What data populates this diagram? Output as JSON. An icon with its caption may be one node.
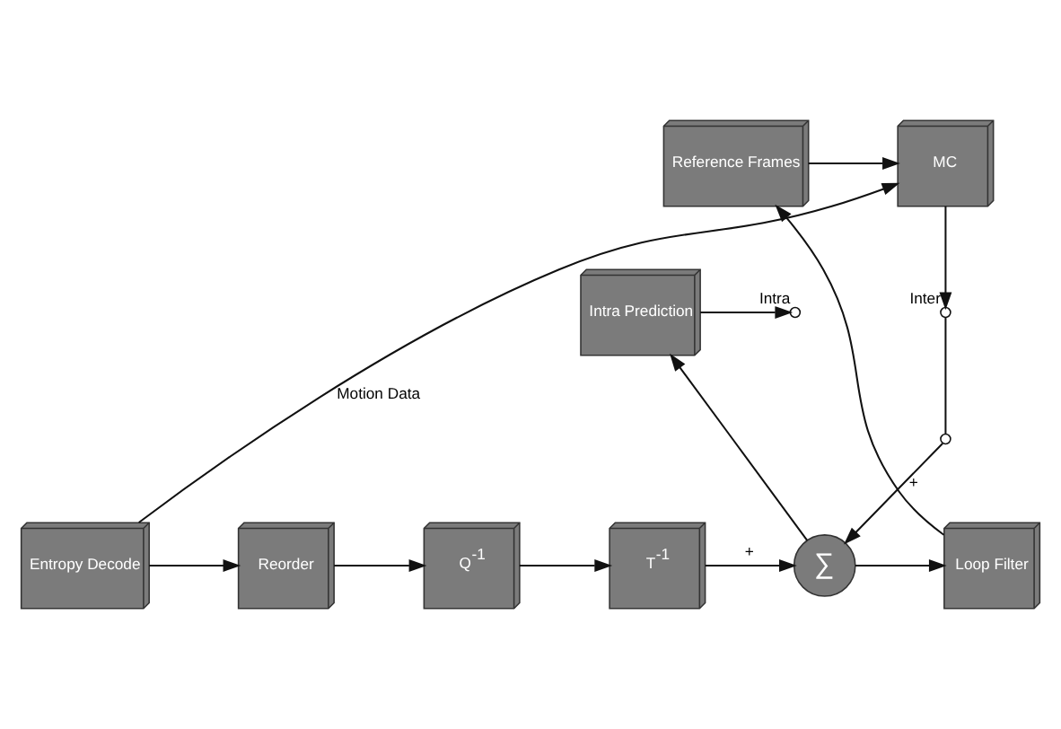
{
  "diagram": {
    "nodes": [
      {
        "text": [
          "MC"
        ]
      },
      {
        "text": [
          "Reference Frames"
        ]
      },
      {
        "text": [],
        "shape": "circle",
        "beside": [
          "Inter"
        ]
      },
      {
        "text": [],
        "shape": "circle"
      },
      {
        "text": [],
        "shape": "circle",
        "beside": [
          "Intra"
        ]
      },
      {
        "text": [
          "Intra Prediction"
        ]
      },
      {
        "text": [
          "Entropy Decode"
        ]
      },
      {
        "text": [
          "Reorder"
        ]
      },
      {
        "text": [
          "Q$^{-1}$"
        ]
      },
      {
        "text": [
          "T$^{-1}$"
        ]
      },
      {
        "text": [
          "∑"
        ]
      },
      {
        "text": [
          "Loop Filter"
        ]
      }
    ],
    "edges": [
      {
        "from": 6,
        "to": 0,
        "arrow": "to",
        "label": "Motion Data"
      },
      {
        "from": 1,
        "to": 0,
        "arrow": "to"
      },
      {
        "from": 0,
        "to": 2,
        "arrow": "to"
      },
      {
        "from": 5,
        "to": 4,
        "arrow": "to"
      },
      {
        "from": 2,
        "to": 3,
        "arrow": "none"
      },
      {
        "from": 3,
        "to": 10,
        "arrow": "to",
        "label": "+"
      },
      {
        "from": 6,
        "to": 7,
        "arrow": "to"
      },
      {
        "from": 7,
        "to": 8,
        "arrow": "to"
      },
      {
        "from": 8,
        "to": 9,
        "arrow": "to"
      },
      {
        "from": 9,
        "to": 10,
        "arrow": "to",
        "label": "+"
      },
      {
        "from": 10,
        "to": 11,
        "arrow": "to"
      },
      {
        "from": 10,
        "to": 5,
        "arrow": "to"
      },
      {
        "from": 11,
        "to": 1,
        "arrow": "to"
      }
    ]
  }
}
